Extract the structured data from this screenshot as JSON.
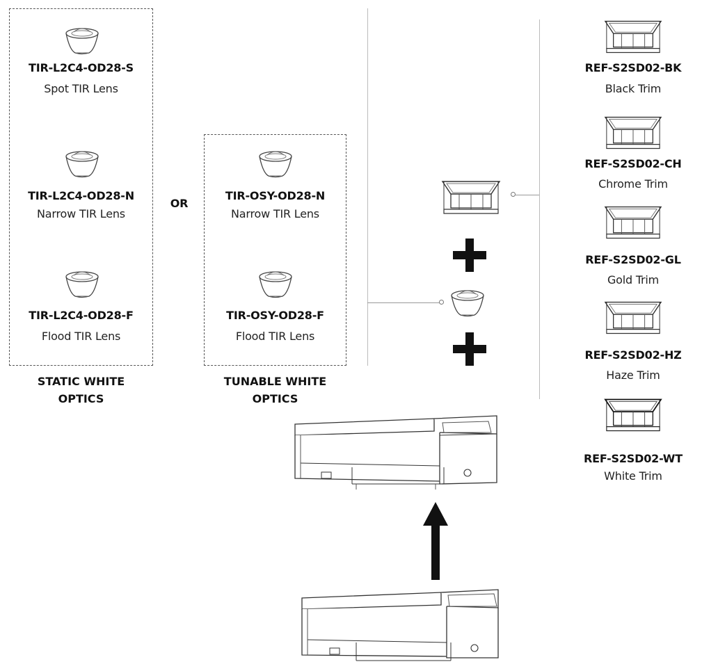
{
  "static_optics": {
    "items": [
      {
        "code": "TIR-L2C4-OD28-S",
        "desc": "Spot TIR Lens"
      },
      {
        "code": "TIR-L2C4-OD28-N",
        "desc": "Narrow TIR Lens"
      },
      {
        "code": "TIR-L2C4-OD28-F",
        "desc": "Flood TIR Lens"
      }
    ],
    "label_line1": "STATIC WHITE",
    "label_line2": "OPTICS"
  },
  "or_label": "OR",
  "tunable_optics": {
    "items": [
      {
        "code": "TIR-OSY-OD28-N",
        "desc": "Narrow TIR Lens"
      },
      {
        "code": "TIR-OSY-OD28-F",
        "desc": "Flood TIR Lens"
      }
    ],
    "label_line1": "TUNABLE WHITE",
    "label_line2": "OPTICS"
  },
  "trims": [
    {
      "code": "REF-S2SD02-BK",
      "desc": "Black Trim"
    },
    {
      "code": "REF-S2SD02-CH",
      "desc": "Chrome Trim"
    },
    {
      "code": "REF-S2SD02-GL",
      "desc": "Gold Trim"
    },
    {
      "code": "REF-S2SD02-HZ",
      "desc": "Haze Trim"
    },
    {
      "code": "REF-S2SD02-WT",
      "desc": "White Trim"
    }
  ],
  "icons": {
    "lens": "lens-icon",
    "trim": "trim-icon",
    "plus": "plus-icon",
    "arrow": "arrow-up-icon",
    "housing": "housing-icon"
  }
}
